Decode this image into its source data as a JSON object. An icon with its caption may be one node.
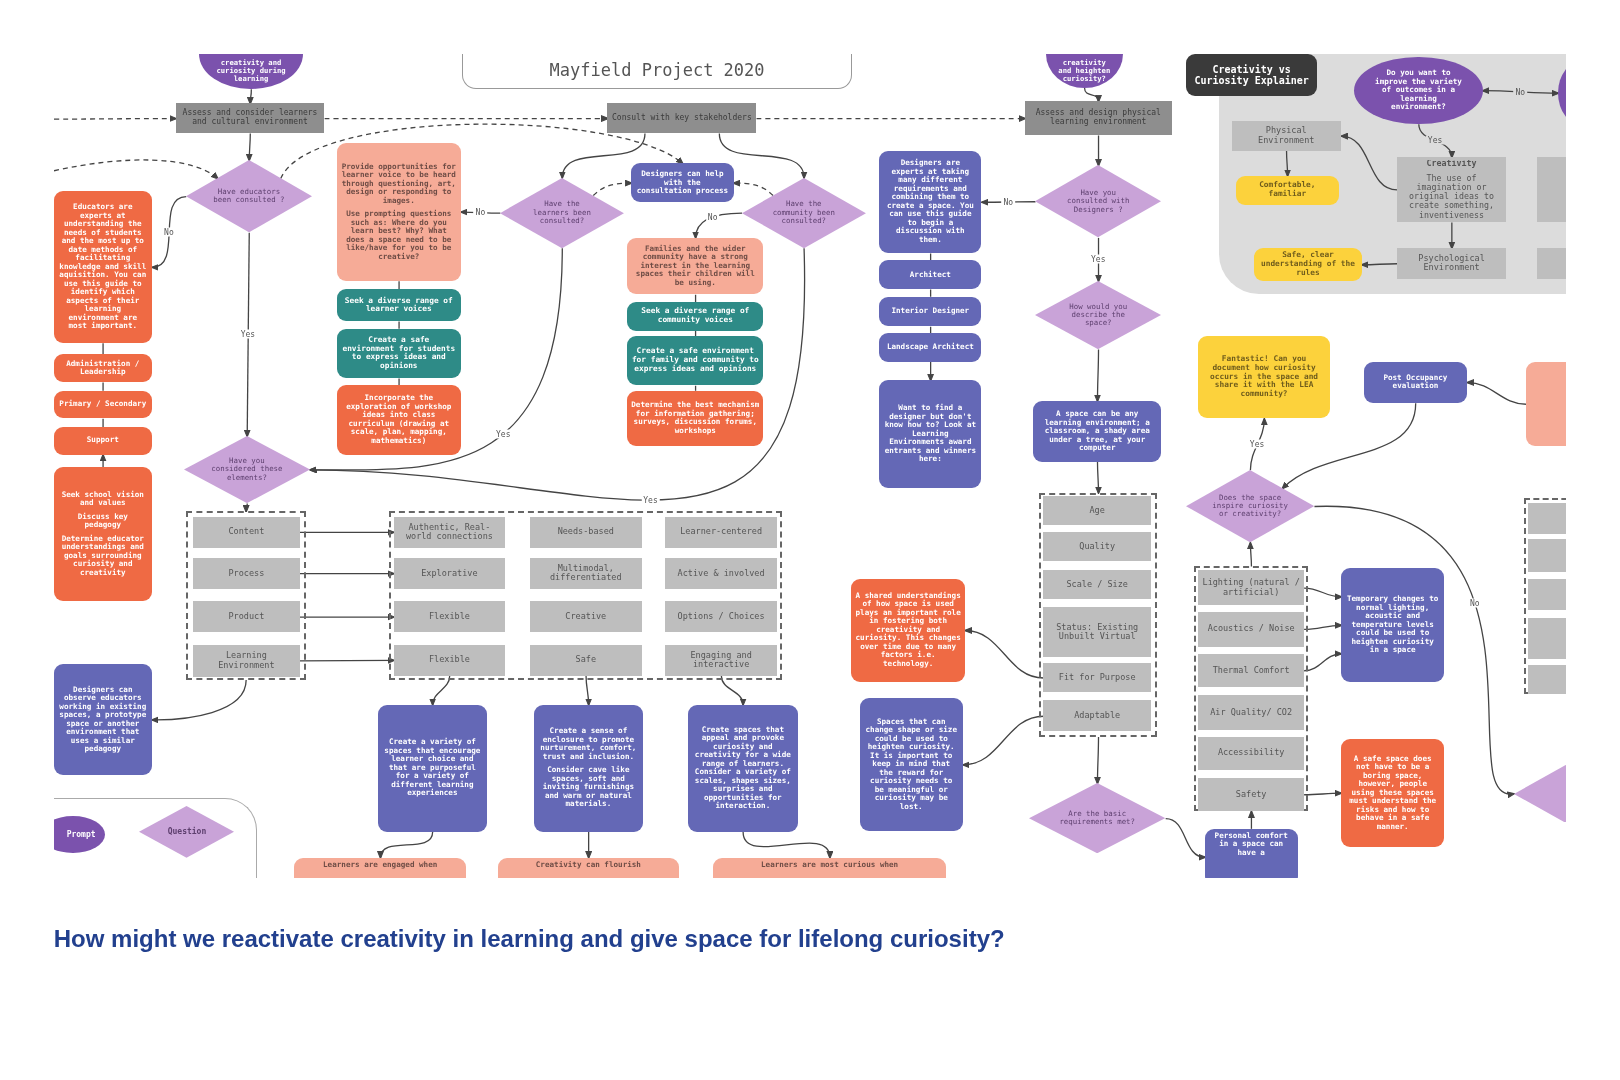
{
  "diagram": {
    "title": "Mayfield Project 2020",
    "caption": "How might we reactivate creativity in learning and give space for lifelong curiosity?",
    "nodes": [
      {
        "text": [
          "creativity and curiosity during learning"
        ]
      },
      {
        "text": [
          "Assess and consider learners and cultural environment"
        ]
      },
      {
        "text": [
          "Consult with key stakeholders"
        ]
      },
      {
        "text": [
          "creativity and heighten curiosity?"
        ]
      },
      {
        "text": [
          "Assess and design physical learning environment"
        ]
      },
      {
        "text": [
          "Creativity vs Curiosity Explainer"
        ]
      },
      {
        "text": [
          "Do you want to improve the variety of outcomes in a learning environment?"
        ]
      },
      {
        "text": [],
        "shape": "circle"
      },
      {
        "text": [
          "Physical Environment"
        ]
      },
      {
        "text": [
          "Creativity",
          "The use of imagination or original ideas to create something, inventiveness"
        ]
      },
      {
        "text": [],
        "shape": "box"
      },
      {
        "text": [
          "Comfortable, familiar"
        ]
      },
      {
        "text": [
          "Psychological Environment"
        ]
      },
      {
        "text": [
          "Safe, clear understanding of the rules"
        ]
      },
      {
        "text": [],
        "shape": "box"
      },
      {
        "text": [
          "Educators are experts at understanding the needs of students and the most up to date methods of facilitating knowledge and skill aquisition. You can use this guide to identify which aspects of their learning environment are most important."
        ]
      },
      {
        "text": [
          "Administration / Leadership"
        ]
      },
      {
        "text": [
          "Primary / Secondary"
        ]
      },
      {
        "text": [
          "Support"
        ]
      },
      {
        "text": [
          "Seek school vision and values",
          "Discuss key pedagogy",
          "Determine educator understandings and goals surrounding curiosity and creativity"
        ]
      },
      {
        "text": [
          "Have educators been consulted ?"
        ]
      },
      {
        "text": [
          "Provide opportunities for learner voice to be heard through questioning, art, design or responding to images.",
          "Use prompting questions such as: Where do you learn best? Why? What does a space need to be like/have for you to be creative?"
        ]
      },
      {
        "text": [
          "Seek a diverse range of learner voices"
        ]
      },
      {
        "text": [
          "Create a safe environment for students to express ideas and opinions"
        ]
      },
      {
        "text": [
          "Incorporate the exploration of workshop ideas into class curriculum (drawing at scale, plan, mapping, mathematics)"
        ]
      },
      {
        "text": [
          "Have the learners been consulted?"
        ]
      },
      {
        "text": [
          "Designers can help with the consultation process"
        ]
      },
      {
        "text": [
          "Have the community been consulted?"
        ]
      },
      {
        "text": [
          "Families and the wider community have a strong interest in the learning spaces their children will be using."
        ]
      },
      {
        "text": [
          "Seek a diverse range of community voices"
        ]
      },
      {
        "text": [
          "Create a safe environment for family and community to express ideas and opinions"
        ]
      },
      {
        "text": [
          "Determine the best mechanism for information gathering; surveys, discussion forums, workshops"
        ]
      },
      {
        "text": [
          "Designers are experts at taking many different requirements and combining them to create a space. You can use this guide to begin a discussion with them."
        ]
      },
      {
        "text": [
          "Architect"
        ]
      },
      {
        "text": [
          "Interior Designer"
        ]
      },
      {
        "text": [
          "Landscape Architect"
        ]
      },
      {
        "text": [
          "Want to find a designer but don't know how to? Look at Learning Environments award entrants and winners here:"
        ]
      },
      {
        "text": [
          "Have you consulted with Designers ?"
        ]
      },
      {
        "text": [
          "How would you describe the space?"
        ]
      },
      {
        "text": [
          "A space can be any learning environment; a classroom, a shady area under a tree, at your computer"
        ]
      },
      {
        "text": [
          "Fantastic! Can you document how curiosity occurs in the space and share it with the LEA community?"
        ]
      },
      {
        "text": [
          "Post Occupancy evaluation"
        ]
      },
      {
        "text": [],
        "shape": "box"
      },
      {
        "text": [
          "Have you considered these elements?"
        ]
      },
      {
        "text": [
          "Does the space inspire curiosity or creativity?"
        ]
      },
      {
        "text": [],
        "shape": "box"
      },
      {
        "text": [
          "Content"
        ],
        "in": 45
      },
      {
        "text": [
          "Process"
        ],
        "in": 45
      },
      {
        "text": [
          "Product"
        ],
        "in": 45
      },
      {
        "text": [
          "Learning Environment"
        ],
        "in": 45
      },
      {
        "text": [],
        "shape": "box"
      },
      {
        "text": [
          "Authentic, Real-world connections"
        ],
        "in": 50
      },
      {
        "text": [
          "Needs-based"
        ],
        "in": 50
      },
      {
        "text": [
          "Learner-centered"
        ],
        "in": 50
      },
      {
        "text": [
          "Explorative"
        ],
        "in": 50
      },
      {
        "text": [
          "Multimodal, differentiated"
        ],
        "in": 50
      },
      {
        "text": [
          "Active & involved"
        ],
        "in": 50
      },
      {
        "text": [
          "Flexible"
        ],
        "in": 50
      },
      {
        "text": [
          "Creative"
        ],
        "in": 50
      },
      {
        "text": [
          "Options / Choices"
        ],
        "in": 50
      },
      {
        "text": [
          "Flexible"
        ],
        "in": 50
      },
      {
        "text": [
          "Safe"
        ],
        "in": 50
      },
      {
        "text": [
          "Engaging and interactive"
        ],
        "in": 50
      },
      {
        "text": [
          "A shared understandings of how space is used plays an important role in fostering both creativity and curiosity. This changes over time due to many factors i.e. technology."
        ]
      },
      {
        "text": [],
        "shape": "box"
      },
      {
        "text": [
          "Age"
        ],
        "in": 64
      },
      {
        "text": [
          "Quality"
        ],
        "in": 64
      },
      {
        "text": [
          "Scale / Size"
        ],
        "in": 64
      },
      {
        "text": [
          "Status: Existing Unbuilt Virtual"
        ],
        "in": 64
      },
      {
        "text": [
          "Fit for Purpose"
        ],
        "in": 64
      },
      {
        "text": [
          "Adaptable"
        ],
        "in": 64
      },
      {
        "text": [],
        "shape": "box"
      },
      {
        "text": [
          "Lighting (natural / artificial)"
        ],
        "in": 71
      },
      {
        "text": [
          "Acoustics / Noise"
        ],
        "in": 71
      },
      {
        "text": [
          "Thermal Comfort"
        ],
        "in": 71
      },
      {
        "text": [
          "Air Quality/ CO2"
        ],
        "in": 71
      },
      {
        "text": [
          "Accessibility"
        ],
        "in": 71
      },
      {
        "text": [
          "Safety"
        ],
        "in": 71
      },
      {
        "text": [
          "Temporary changes to normal lighting, acoustic and temperature levels could be used to heighten curiosity in a space"
        ]
      },
      {
        "text": [],
        "shape": "box"
      },
      {
        "text": [],
        "shape": "box",
        "in": 79
      },
      {
        "text": [],
        "shape": "box",
        "in": 79
      },
      {
        "text": [],
        "shape": "box",
        "in": 79
      },
      {
        "text": [],
        "shape": "box",
        "in": 79
      },
      {
        "text": [],
        "shape": "box",
        "in": 79
      },
      {
        "text": [
          "Designers can observe educators working in existing spaces, a prototype space or another environment that uses a similar pedagogy"
        ]
      },
      {
        "text": [
          "Create a variety of spaces that encourage learner choice and that are purposeful for a variety of different learning experiences"
        ]
      },
      {
        "text": [
          "Create a sense of enclosure to promote nurturement, comfort, trust and inclusion.",
          "Consider cave like spaces, soft and inviting furnishings and warm or natural materials."
        ]
      },
      {
        "text": [
          "Create spaces that appeal and provoke curiosity and creativity for a wide range of learners. Consider a variety of scales, shapes sizes, surprises and opportunities for interaction."
        ]
      },
      {
        "text": [
          "Spaces that can change shape or size could be used to heighten curiosity. It is important to keep in mind that the reward for curiosity needs to be meaningful or curiosity may be lost."
        ]
      },
      {
        "text": [
          "A safe space does not have to be a boring space, however, people using these spaces must understand the risks and how to behave in a safe manner."
        ]
      },
      {
        "text": [
          "Are the basic requirements met?"
        ]
      },
      {
        "text": [],
        "shape": "diamond"
      },
      {
        "text": [
          "Personal comfort in a space can have a"
        ]
      },
      {
        "text": [
          "Learners are engaged when"
        ]
      },
      {
        "text": [
          "Creativity can flourish"
        ]
      },
      {
        "text": [
          "Learners are most curious when"
        ]
      }
    ],
    "edges": [
      {
        "from": null,
        "to": 1,
        "arrow": "to",
        "style": "dashed"
      },
      {
        "from": 1,
        "to": 2,
        "arrow": "to",
        "style": "dashed"
      },
      {
        "from": 2,
        "to": 4,
        "arrow": "to",
        "style": "dashed"
      },
      {
        "from": 0,
        "to": 1,
        "arrow": "to"
      },
      {
        "from": 3,
        "to": 4,
        "arrow": "to"
      },
      {
        "from": 6,
        "to": 7,
        "arrow": "both",
        "label": "No"
      },
      {
        "from": 6,
        "to": 9,
        "arrow": "to",
        "label": "Yes"
      },
      {
        "from": 9,
        "to": 8,
        "arrow": "to"
      },
      {
        "from": 8,
        "to": 11,
        "arrow": "to"
      },
      {
        "from": 9,
        "to": 12,
        "arrow": "to"
      },
      {
        "from": 12,
        "to": 13,
        "arrow": "to"
      },
      {
        "from": 1,
        "to": 20,
        "arrow": "to"
      },
      {
        "from": 20,
        "to": 15,
        "arrow": "to",
        "label": "No"
      },
      {
        "from": null,
        "to": 20,
        "arrow": "to",
        "style": "dashed"
      },
      {
        "from": 20,
        "to": 26,
        "arrow": "to",
        "style": "dashed"
      },
      {
        "from": 20,
        "to": 43,
        "arrow": "to",
        "label": "Yes"
      },
      {
        "from": 15,
        "to": 16,
        "arrow": "none"
      },
      {
        "from": 16,
        "to": 17,
        "arrow": "none"
      },
      {
        "from": 17,
        "to": 18,
        "arrow": "none"
      },
      {
        "from": 19,
        "to": 18,
        "arrow": "to"
      },
      {
        "from": 21,
        "to": 22,
        "arrow": "none"
      },
      {
        "from": 22,
        "to": 23,
        "arrow": "none"
      },
      {
        "from": 23,
        "to": 24,
        "arrow": "none"
      },
      {
        "from": 2,
        "to": 25,
        "arrow": "to"
      },
      {
        "from": 25,
        "to": 21,
        "arrow": "to",
        "label": "No"
      },
      {
        "from": 25,
        "to": 26,
        "arrow": "to",
        "style": "dashed"
      },
      {
        "from": 25,
        "to": 43,
        "arrow": "to",
        "label": "Yes"
      },
      {
        "from": 2,
        "to": 27,
        "arrow": "to"
      },
      {
        "from": 27,
        "to": 26,
        "arrow": "to",
        "style": "dashed"
      },
      {
        "from": 27,
        "to": 28,
        "arrow": "to",
        "label": "No"
      },
      {
        "from": 28,
        "to": 29,
        "arrow": "none"
      },
      {
        "from": 29,
        "to": 30,
        "arrow": "none"
      },
      {
        "from": 30,
        "to": 31,
        "arrow": "none"
      },
      {
        "from": 27,
        "to": 43,
        "arrow": "to",
        "label": "Yes"
      },
      {
        "from": 32,
        "to": 33,
        "arrow": "none"
      },
      {
        "from": 33,
        "to": 34,
        "arrow": "none"
      },
      {
        "from": 34,
        "to": 35,
        "arrow": "none"
      },
      {
        "from": 35,
        "to": 36,
        "arrow": "to"
      },
      {
        "from": 4,
        "to": 37,
        "arrow": "to"
      },
      {
        "from": 37,
        "to": 32,
        "arrow": "to",
        "label": "No"
      },
      {
        "from": 37,
        "to": 38,
        "arrow": "to",
        "label": "Yes"
      },
      {
        "from": 38,
        "to": 39,
        "arrow": "to"
      },
      {
        "from": 39,
        "to": 64,
        "arrow": "to"
      },
      {
        "from": 43,
        "to": 45,
        "arrow": "to"
      },
      {
        "from": 46,
        "to": 51,
        "arrow": "to"
      },
      {
        "from": 47,
        "to": 54,
        "arrow": "to"
      },
      {
        "from": 48,
        "to": 57,
        "arrow": "to"
      },
      {
        "from": 49,
        "to": 60,
        "arrow": "to"
      },
      {
        "from": 45,
        "to": 85,
        "arrow": "to"
      },
      {
        "from": 60,
        "to": 86,
        "arrow": "to"
      },
      {
        "from": 61,
        "to": 87,
        "arrow": "to"
      },
      {
        "from": 62,
        "to": 88,
        "arrow": "to"
      },
      {
        "from": 86,
        "to": 94,
        "arrow": "to"
      },
      {
        "from": 87,
        "to": 95,
        "arrow": "to"
      },
      {
        "from": 88,
        "to": 96,
        "arrow": "to"
      },
      {
        "from": 69,
        "to": 63,
        "arrow": "to"
      },
      {
        "from": 70,
        "to": 89,
        "arrow": "to"
      },
      {
        "from": 64,
        "to": 91,
        "arrow": "to"
      },
      {
        "from": 91,
        "to": 93,
        "arrow": "to"
      },
      {
        "from": 93,
        "to": 71,
        "arrow": "to"
      },
      {
        "from": 71,
        "to": 44,
        "arrow": "to"
      },
      {
        "from": 44,
        "to": 40,
        "arrow": "to",
        "label": "Yes"
      },
      {
        "from": 41,
        "to": 44,
        "arrow": "to"
      },
      {
        "from": 42,
        "to": 41,
        "arrow": "to"
      },
      {
        "from": 44,
        "to": 92,
        "arrow": "to",
        "label": "No"
      },
      {
        "from": 72,
        "to": 78,
        "arrow": "to"
      },
      {
        "from": 73,
        "to": 78,
        "arrow": "to"
      },
      {
        "from": 74,
        "to": 78,
        "arrow": "to"
      },
      {
        "from": 77,
        "to": 90,
        "arrow": "to"
      }
    ],
    "legend": [
      {
        "text": "Prompt",
        "color": "#7b52ad"
      },
      {
        "text": "Question",
        "color": "#c9a3d8"
      }
    ]
  }
}
